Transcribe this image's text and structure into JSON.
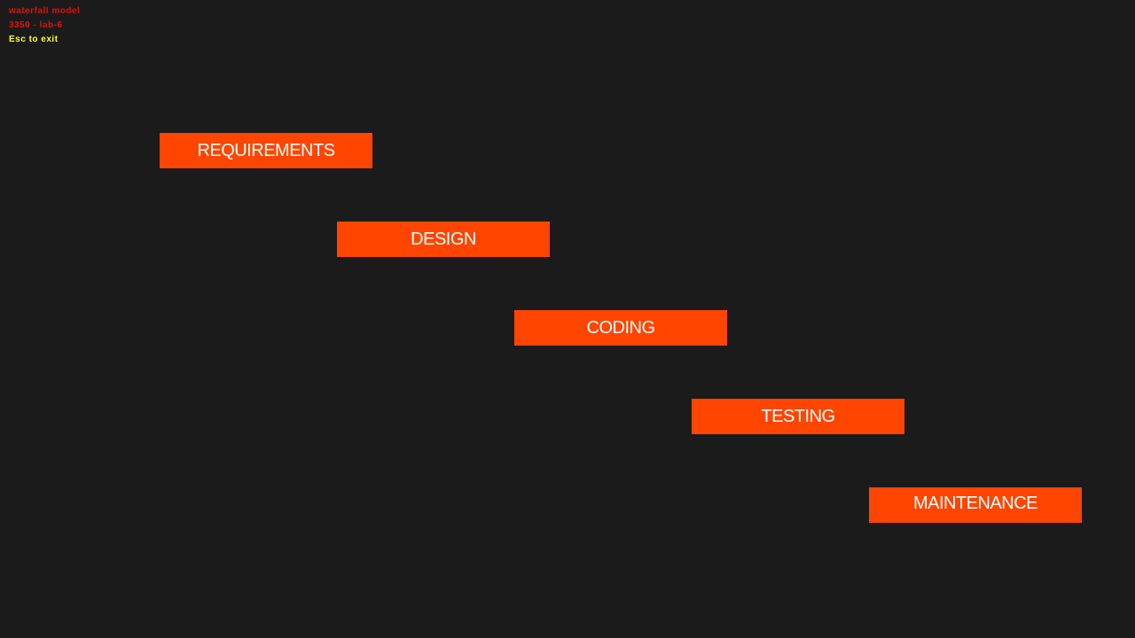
{
  "header": {
    "title": "waterfall model",
    "subtitle": "3350 - lab-6",
    "hint": "Esc to exit",
    "title_color": "#e01010",
    "hint_color": "#ffff33"
  },
  "stages": [
    {
      "label": "REQUIREMENTS"
    },
    {
      "label": "DESIGN"
    },
    {
      "label": "CODING"
    },
    {
      "label": "TESTING"
    },
    {
      "label": "MAINTENANCE"
    }
  ],
  "stage_color": "#ff4500"
}
